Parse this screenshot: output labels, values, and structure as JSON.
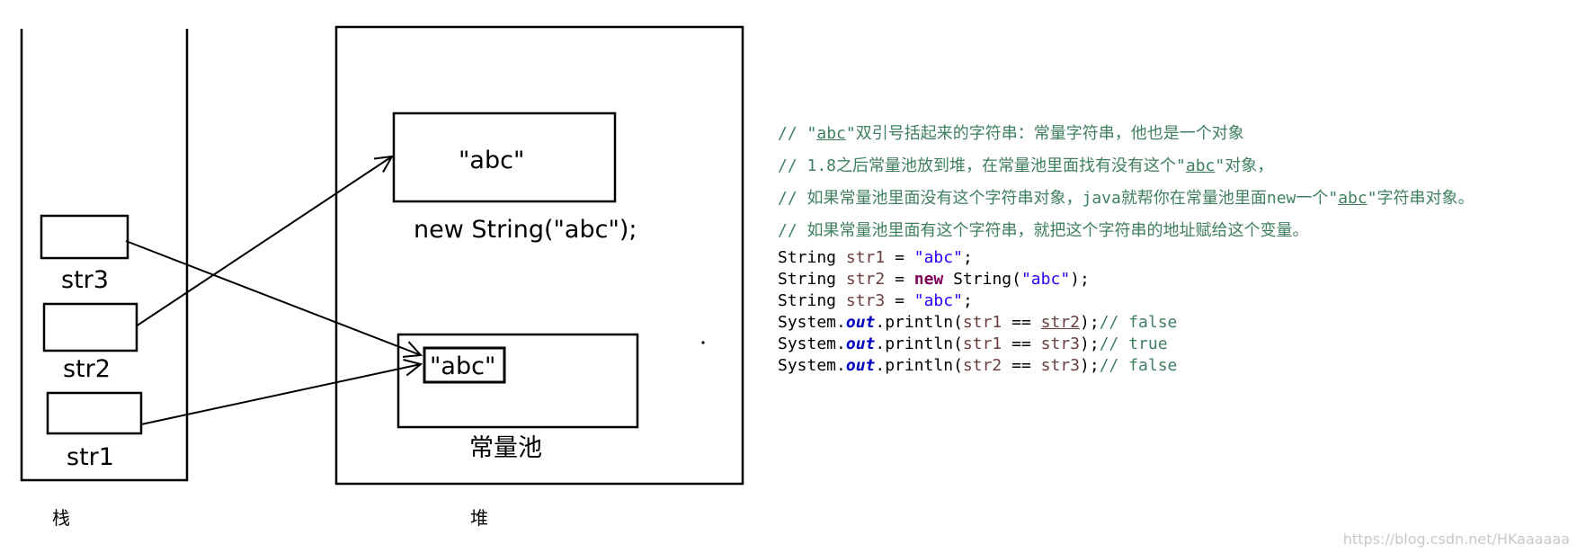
{
  "diagram": {
    "stack_label": "栈",
    "heap_label": "堆",
    "stack_vars": [
      "str3",
      "str2",
      "str1"
    ],
    "heap_object_value": "\"abc\"",
    "heap_object_expr": "new String(\"abc\");",
    "pool_value": "\"abc\"",
    "pool_label": "常量池"
  },
  "code": {
    "comments": [
      {
        "prefix": "//  \"",
        "str": "abc",
        "suffix": "\"双引号括起来的字符串：常量字符串，他也是一个对象"
      },
      {
        "prefix": "//  1.8之后常量池放到堆，在常量池里面找有没有这个\"",
        "str": "abc",
        "suffix": "\"对象，"
      },
      {
        "prefix": "//  如果常量池里面没有这个字符串对象，java就帮你在常量池里面new一个\"",
        "str": "abc",
        "suffix": "\"字符串对象。"
      },
      {
        "prefix": "//  如果常量池里面有这个字符串，就把这个字符串的地址赋给这个变量。",
        "str": "",
        "suffix": ""
      }
    ],
    "lines": [
      {
        "type": "String",
        "var": "str1",
        "eq": " = ",
        "kw": "",
        "rest": "",
        "str": "\"abc\"",
        "end": ";"
      },
      {
        "type": "String",
        "var": "str2",
        "eq": " = ",
        "kw": "new",
        "rest": " String(",
        "str": "\"abc\"",
        "end": ");"
      },
      {
        "type": "String",
        "var": "str3",
        "eq": " = ",
        "kw": "",
        "rest": "",
        "str": "\"abc\"",
        "end": ";"
      }
    ],
    "prints": [
      {
        "a": "str1",
        "b": "str2",
        "comment": "// false"
      },
      {
        "a": "str1",
        "b": "str3",
        "comment": "// true"
      },
      {
        "a": "str2",
        "b": "str3",
        "comment": "// false"
      }
    ],
    "sys": "System.",
    "out": "out",
    "println": ".println(",
    "op": " == ",
    "close": ");"
  },
  "watermark": "https://blog.csdn.net/HKaaaaaa"
}
